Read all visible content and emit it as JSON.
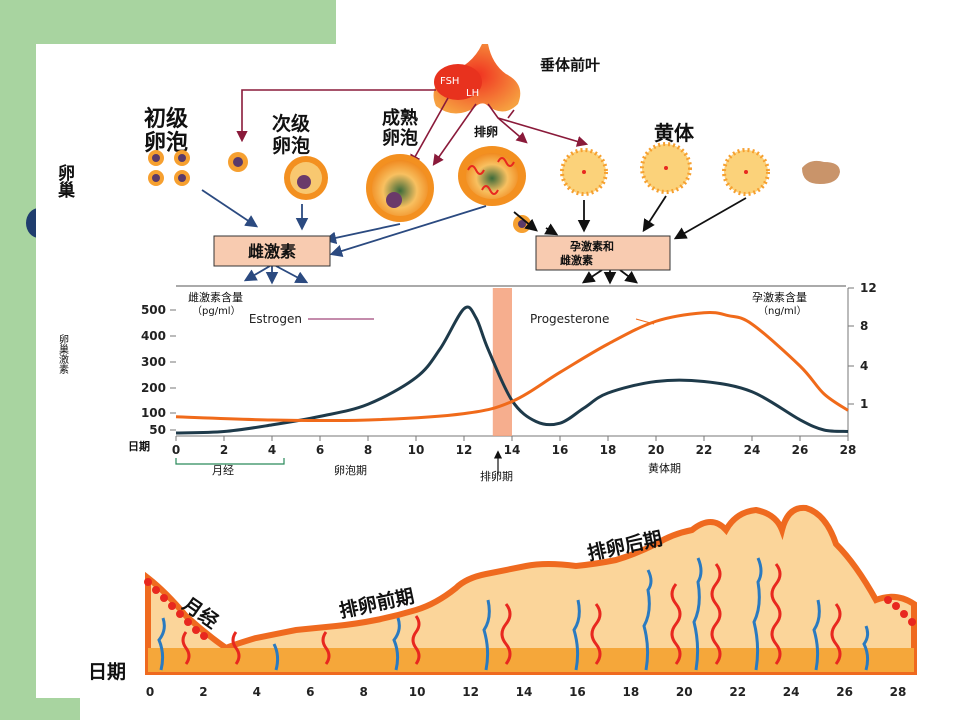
{
  "colors": {
    "slide_green": "#a8d4a0",
    "bullet_navy": "#1f3d6e",
    "estrogen": "#1e3a4a",
    "progesterone": "#f06a1a",
    "ovulation_band": "#f4a07a",
    "hormone_box": "#f8cbb0",
    "arrow_navy": "#2b4a80",
    "arrow_maroon": "#8a1a3a",
    "endometrium_fill": "#fbd59a",
    "endometrium_edge": "#ef6a1f",
    "vessel_red": "#e8281f",
    "vessel_blue": "#2a7ac0"
  },
  "pituitary": {
    "label": "垂体前叶",
    "fsh": "FSH",
    "lh": "LH"
  },
  "ovary": {
    "side_label": "卵巢",
    "primary_follicle": "初级卵泡",
    "secondary_follicle": "次级卵泡",
    "mature_follicle": "成熟卵泡",
    "ovulation": "排卵",
    "corpus_luteum": "黄体"
  },
  "hormone_boxes": {
    "estrogen_box": "雌激素",
    "progesterone_box_line1": "孕激素和",
    "progesterone_box_line2": "雌激素"
  },
  "chart_data": {
    "type": "line",
    "side_label": "卵巢激素",
    "left_axis_title_line1": "雌激素含量",
    "left_axis_title_line2": "（pg/ml）",
    "right_axis_title_line1": "孕激素含量",
    "right_axis_title_line2": "（ng/ml）",
    "x_axis_label": "日期",
    "left_ticks": [
      "500",
      "400",
      "300",
      "200",
      "100",
      "50"
    ],
    "right_ticks": [
      "12",
      "8",
      "4",
      "1"
    ],
    "x_ticks": [
      "0",
      "2",
      "4",
      "6",
      "8",
      "10",
      "12",
      "14",
      "16",
      "18",
      "20",
      "22",
      "24",
      "26",
      "28"
    ],
    "phase_labels": {
      "menses": "月经",
      "follicular": "卵泡期",
      "ovulation": "排卵期",
      "luteal": "黄体期"
    },
    "series": [
      {
        "name": "Estrogen",
        "x": [
          0,
          2,
          4,
          6,
          8,
          10,
          11,
          12,
          12.5,
          13,
          14,
          15,
          16,
          17,
          18,
          20,
          22,
          24,
          26,
          27,
          28
        ],
        "values": [
          40,
          45,
          65,
          90,
          135,
          240,
          350,
          505,
          470,
          350,
          150,
          75,
          70,
          120,
          180,
          225,
          225,
          185,
          80,
          50,
          45
        ]
      },
      {
        "name": "Progesterone",
        "x": [
          0,
          4,
          8,
          12,
          14,
          16,
          18,
          20,
          22,
          23,
          24,
          26,
          27,
          28
        ],
        "values": [
          0.6,
          0.5,
          0.5,
          0.7,
          1.2,
          3.5,
          6.2,
          8.5,
          9.4,
          9.1,
          8.2,
          4,
          1.8,
          0.8
        ]
      }
    ],
    "ovulation_band_days": [
      13.2,
      14.0
    ]
  },
  "endometrium": {
    "menses": "月经",
    "pre_ovulation": "排卵前期",
    "post_ovulation": "排卵后期",
    "x_axis_label": "日期",
    "x_ticks": [
      "0",
      "2",
      "4",
      "6",
      "8",
      "10",
      "12",
      "14",
      "16",
      "18",
      "20",
      "22",
      "24",
      "26",
      "28"
    ]
  }
}
